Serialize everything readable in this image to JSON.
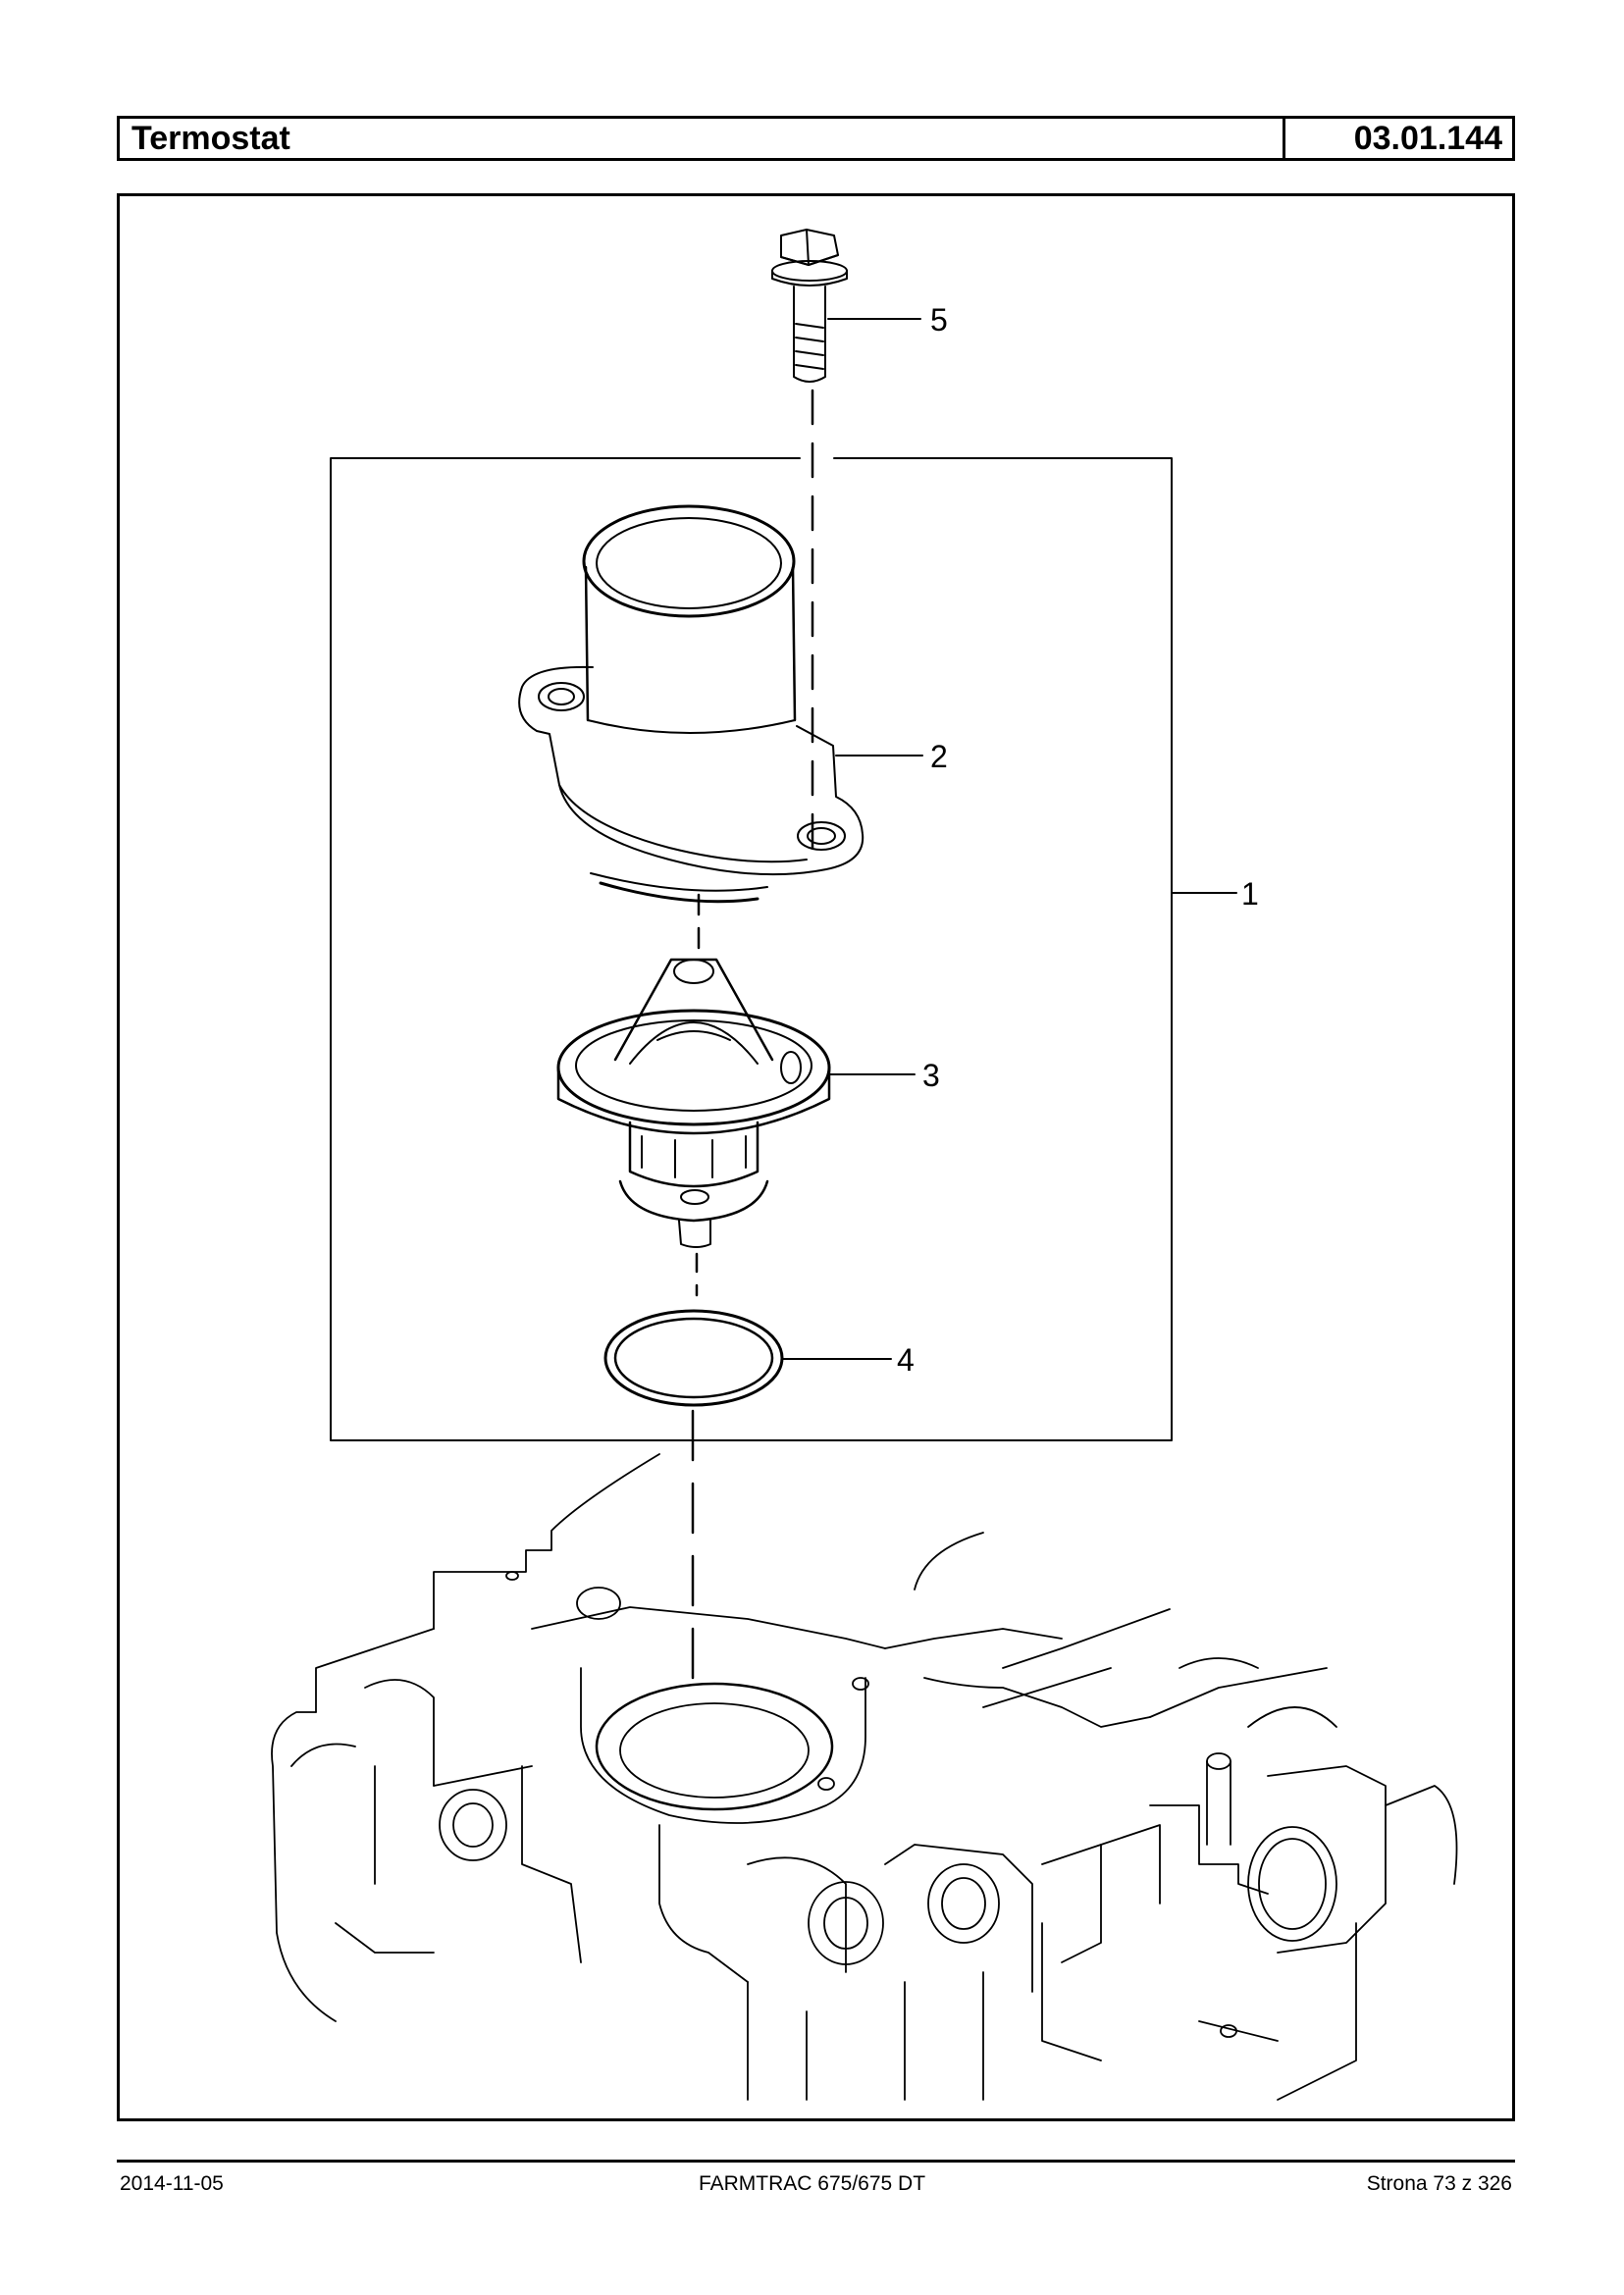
{
  "header": {
    "title": "Termostat",
    "code": "03.01.144"
  },
  "callouts": [
    "1",
    "2",
    "3",
    "4",
    "5"
  ],
  "footer": {
    "date": "2014-11-05",
    "model": "FARMTRAC 675/675 DT",
    "page": "Strona 73 z 326"
  }
}
